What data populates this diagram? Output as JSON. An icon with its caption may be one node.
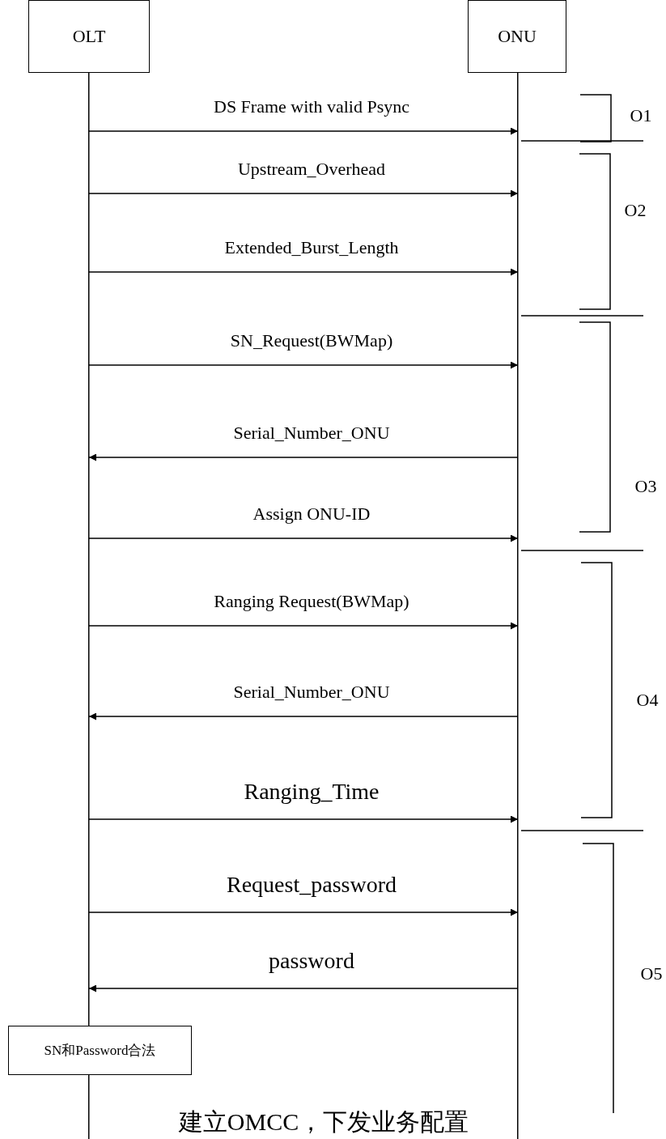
{
  "diagram": {
    "nodes": [
      {
        "text": [
          "OLT"
        ]
      },
      {
        "text": [
          "ONU"
        ]
      },
      {
        "text": [
          "SN和Password合法"
        ]
      }
    ],
    "edges": [
      {
        "from": 0,
        "to": 1,
        "arrow": "to",
        "label": "DS Frame with valid Psync"
      },
      {
        "from": 0,
        "to": 1,
        "arrow": "to",
        "label": "Upstream_Overhead"
      },
      {
        "from": 0,
        "to": 1,
        "arrow": "to",
        "label": "Extended_Burst_Length"
      },
      {
        "from": 0,
        "to": 1,
        "arrow": "to",
        "label": "SN_Request(BWMap)"
      },
      {
        "from": 1,
        "to": 0,
        "arrow": "to",
        "label": "Serial_Number_ONU"
      },
      {
        "from": 0,
        "to": 1,
        "arrow": "to",
        "label": "Assign ONU-ID"
      },
      {
        "from": 0,
        "to": 1,
        "arrow": "to",
        "label": "Ranging Request(BWMap)"
      },
      {
        "from": 1,
        "to": 0,
        "arrow": "to",
        "label": "Serial_Number_ONU"
      },
      {
        "from": 0,
        "to": 1,
        "arrow": "to",
        "label": "Ranging_Time"
      },
      {
        "from": 0,
        "to": 1,
        "arrow": "to",
        "label": "Request_password"
      },
      {
        "from": 1,
        "to": 0,
        "arrow": "to",
        "label": "password"
      }
    ],
    "labels": [
      "O1",
      "O2",
      "O3",
      "O4",
      "O5",
      "建立OMCC，下发业务配置"
    ]
  }
}
